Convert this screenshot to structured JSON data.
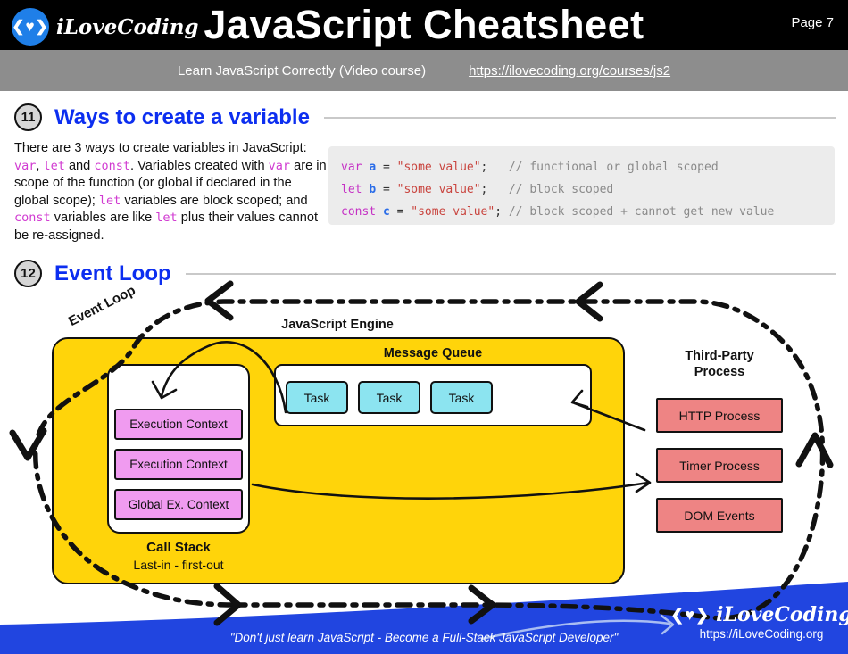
{
  "header": {
    "logo_glyph": "❮♥❯",
    "logo_text": "iLoveCoding",
    "title": "JavaScript Cheatsheet",
    "page_label": "Page 7"
  },
  "subheader": {
    "course_text": "Learn JavaScript Correctly (Video course)",
    "course_link": "https://ilovecoding.org/courses/js2"
  },
  "section11": {
    "number": "11",
    "title": "Ways to create a variable",
    "paragraph_segments": [
      {
        "v": "There are 3 ways to create variables in JavaScript: "
      },
      {
        "c": 1,
        "v": "var"
      },
      {
        "v": ", "
      },
      {
        "c": 1,
        "v": "let"
      },
      {
        "v": " and "
      },
      {
        "c": 1,
        "v": "const"
      },
      {
        "v": ". Variables created with "
      },
      {
        "c": 1,
        "v": "var"
      },
      {
        "v": " are in scope of the function (or global if declared in the global scope); "
      },
      {
        "c": 1,
        "v": "let"
      },
      {
        "v": " variables are block scoped; and "
      },
      {
        "c": 1,
        "v": "const"
      },
      {
        "v": " variables are like "
      },
      {
        "c": 1,
        "v": "let"
      },
      {
        "v": " plus their values cannot be re-assigned."
      }
    ],
    "code_lines": [
      [
        {
          "c": "kw",
          "v": "var"
        },
        {
          "c": "pl",
          "v": " "
        },
        {
          "c": "vr",
          "v": "a"
        },
        {
          "c": "op",
          "v": " = "
        },
        {
          "c": "st",
          "v": "\"some value\""
        },
        {
          "c": "pl",
          "v": ";"
        },
        {
          "c": "cm",
          "v": "   // functional or global scoped"
        }
      ],
      [
        {
          "c": "kw",
          "v": "let"
        },
        {
          "c": "pl",
          "v": " "
        },
        {
          "c": "vr",
          "v": "b"
        },
        {
          "c": "op",
          "v": " = "
        },
        {
          "c": "st",
          "v": "\"some value\""
        },
        {
          "c": "pl",
          "v": ";"
        },
        {
          "c": "cm",
          "v": "   // block scoped"
        }
      ],
      [
        {
          "c": "kw",
          "v": "const"
        },
        {
          "c": "pl",
          "v": " "
        },
        {
          "c": "vr",
          "v": "c"
        },
        {
          "c": "op",
          "v": " = "
        },
        {
          "c": "st",
          "v": "\"some value\""
        },
        {
          "c": "pl",
          "v": ";"
        },
        {
          "c": "cm",
          "v": " // block scoped + cannot get new value"
        }
      ]
    ]
  },
  "section12": {
    "number": "12",
    "title": "Event Loop",
    "diagram": {
      "loop_label": "Event Loop",
      "engine_label": "JavaScript Engine",
      "message_queue_label": "Message Queue",
      "tasks": [
        "Task",
        "Task",
        "Task"
      ],
      "call_stack_items": [
        "Execution Context",
        "Execution Context",
        "Global Ex. Context"
      ],
      "call_stack_title": "Call Stack",
      "call_stack_subtitle": "Last-in - first-out",
      "third_party_line1": "Third-Party",
      "third_party_line2": "Process",
      "third_party_items": [
        "HTTP Process",
        "Timer Process",
        "DOM Events"
      ]
    }
  },
  "footer": {
    "quote": "\"Don't just learn JavaScript - Become a Full-Stack JavaScript Developer\"",
    "logo_glyph": "❮♥❯",
    "logo_text": "iLoveCoding",
    "url": "https://iLoveCoding.org"
  },
  "colors": {
    "header_bg": "#000000",
    "subheader_bg": "#8d8d8d",
    "heading_blue": "#0c2ef0",
    "engine_yellow": "#ffd40a",
    "task_cyan": "#8ce4f0",
    "context_pink": "#f09bf0",
    "third_party_salmon": "#ee8484",
    "footer_blue": "#2145e0",
    "logo_circle_blue": "#1f7fe8",
    "code_keyword": "#c532c5",
    "code_variable": "#2b6de8",
    "code_string": "#c9453f",
    "code_comment": "#8a8a8a"
  }
}
